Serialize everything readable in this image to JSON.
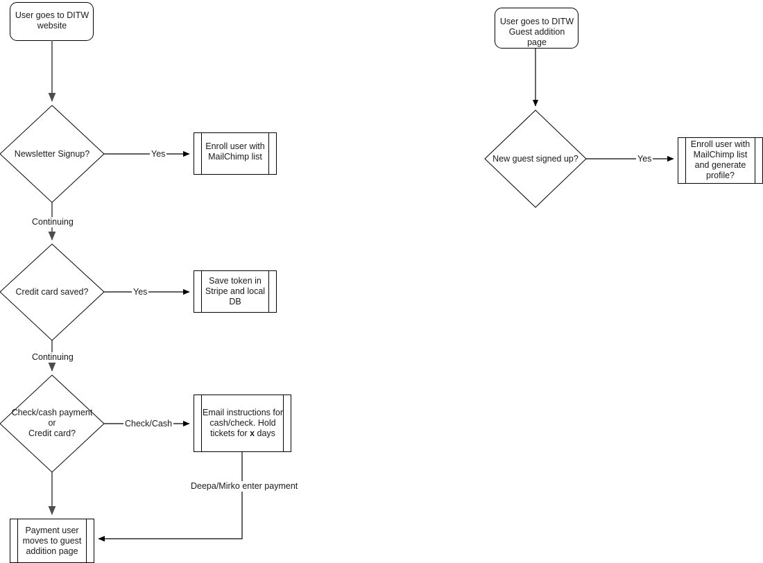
{
  "diagram": {
    "title": "DITW signup and payment flowchart",
    "background_color": "#ffffff",
    "stroke_color": "#000000",
    "arrow_color": "#4d4d4d",
    "text_color": "#1a1a1a"
  },
  "left_flow": {
    "start_node": {
      "label": "User goes to DITW website",
      "shape": "rounded-rectangle"
    },
    "decision_newsletter": {
      "label": "Newsletter Signup?",
      "shape": "diamond"
    },
    "process_enroll_mailchimp": {
      "label": "Enroll user with MailChimp list",
      "shape": "predefined-process"
    },
    "decision_credit_card": {
      "label": "Credit card saved?",
      "shape": "diamond"
    },
    "process_save_token": {
      "label": "Save token in Stripe and local DB",
      "shape": "predefined-process"
    },
    "decision_payment_type": {
      "label_line1": "Check/cash payment",
      "label_line2": "or",
      "label_line3": "Credit card?",
      "shape": "diamond"
    },
    "process_email_instructions": {
      "label_part1": "Email instructions for cash/check. Hold tickets for ",
      "label_bold": "x",
      "label_part2": " days",
      "shape": "predefined-process"
    },
    "process_payment_user_moves": {
      "label": "Payment user moves to guest addition page",
      "shape": "predefined-process"
    },
    "edge_labels": {
      "newsletter_yes": "Yes",
      "newsletter_continuing": "Continuing",
      "credit_card_yes": "Yes",
      "credit_card_continuing": "Continuing",
      "payment_check_cash": "Check/Cash",
      "deepa_mirko": "Deepa/Mirko enter payment"
    }
  },
  "right_flow": {
    "start_node": {
      "label": "User goes to DITW Guest addition page",
      "shape": "rounded-rectangle"
    },
    "decision_new_guest": {
      "label": "New guest signed up?",
      "shape": "diamond"
    },
    "process_enroll_generate": {
      "label": "Enroll user with MailChimp list and generate profile?",
      "shape": "predefined-process"
    },
    "edge_labels": {
      "new_guest_yes": "Yes"
    }
  }
}
